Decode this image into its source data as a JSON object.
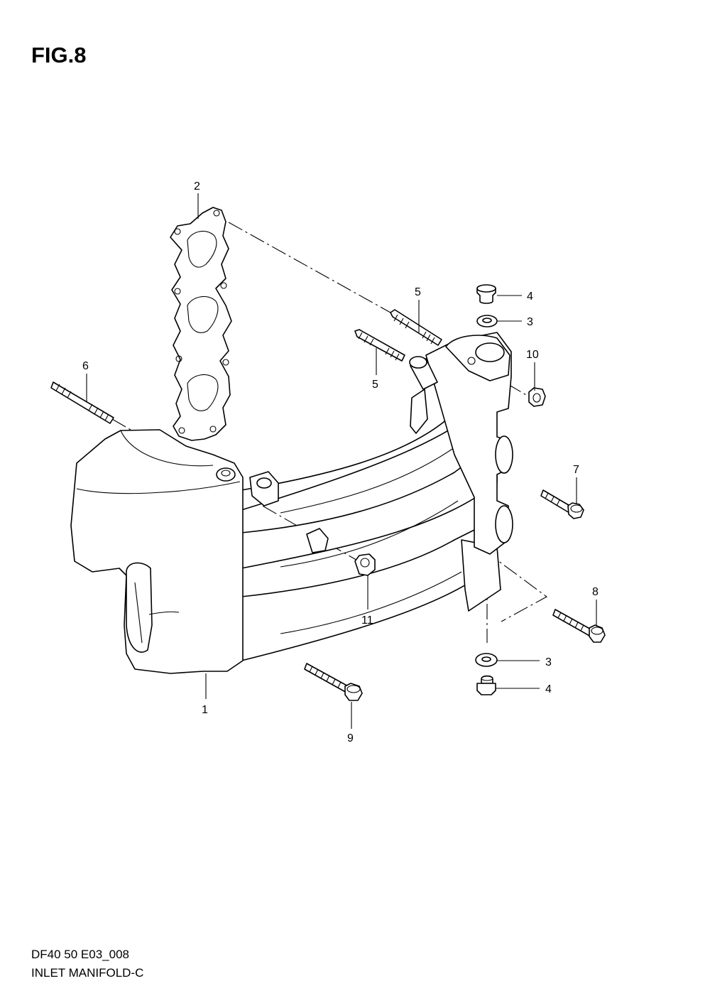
{
  "figure": {
    "title": "FIG.8",
    "code": "DF40 50 E03_008",
    "name": "INLET MANIFOLD-C"
  },
  "callouts": {
    "manifold": "1",
    "gasket": "2",
    "washer_upper": "3",
    "washer_lower": "3",
    "plug_upper": "4",
    "plug_lower": "4",
    "stud_upper": "5",
    "stud_lower": "5",
    "stud_left": "6",
    "bolt_7": "7",
    "bolt_8": "8",
    "bolt_9": "9",
    "nut_10": "10",
    "nut_11": "11"
  }
}
